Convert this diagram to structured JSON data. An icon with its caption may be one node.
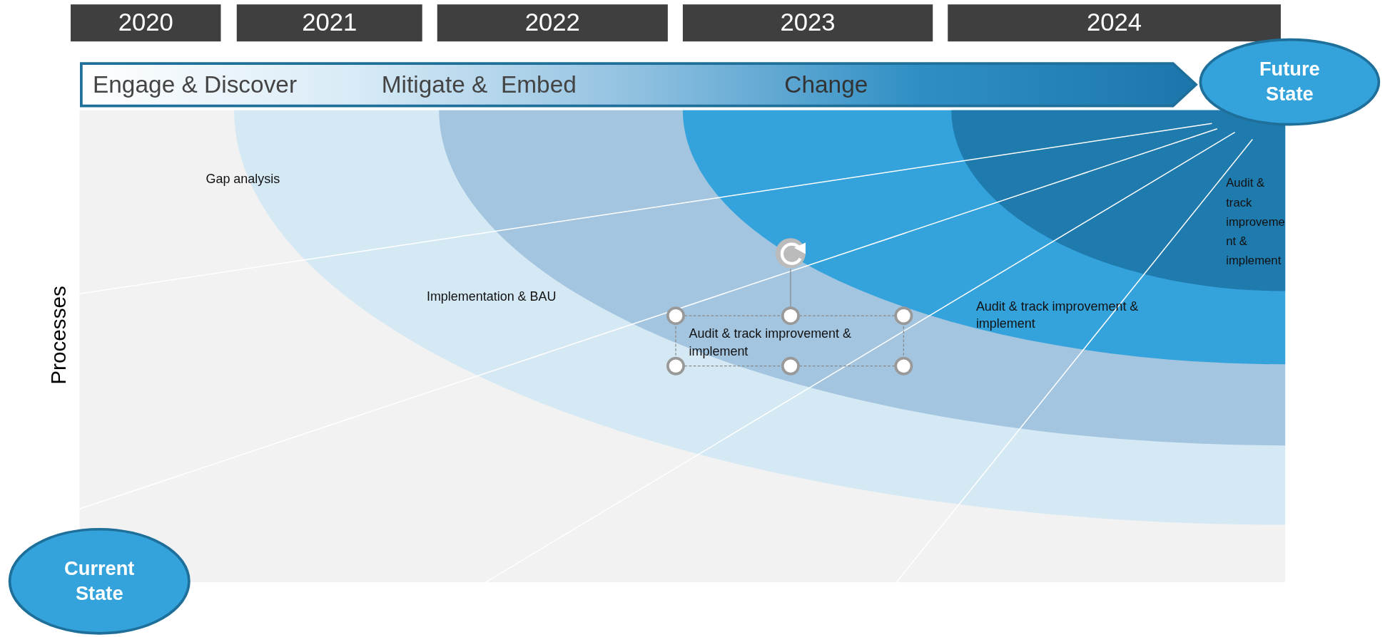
{
  "diagram": {
    "nodes": [
      {
        "text": [
          "2020"
        ]
      },
      {
        "text": [
          "2021"
        ]
      },
      {
        "text": [
          "2022"
        ]
      },
      {
        "text": [
          "2023"
        ]
      },
      {
        "text": [
          "2024"
        ]
      },
      {
        "text": [
          "Engage & Discover",
          "Mitigate &  Embed",
          "Change"
        ]
      },
      {
        "text": [
          "Future State"
        ]
      },
      {
        "text": [
          "Gap analysis"
        ]
      },
      {
        "text": [
          "Implementation & BAU"
        ],
        "in": 7
      },
      {
        "text": [
          "Audit & track improvement & implement"
        ],
        "in": 8
      },
      {
        "text": [
          "Audit & track improvement & implement"
        ],
        "in": 9
      },
      {
        "text": [
          "Audit & track improvement & implement"
        ],
        "in": 10
      },
      {
        "text": [
          "Current State"
        ]
      }
    ],
    "labels": [
      "Processes"
    ]
  }
}
